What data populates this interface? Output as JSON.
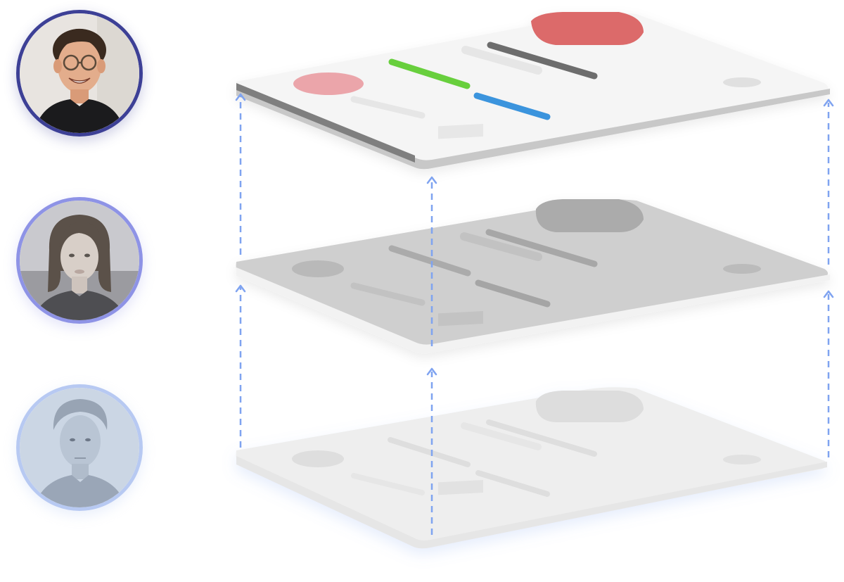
{
  "scene": {
    "layers": [
      {
        "level": "top",
        "state": "active"
      },
      {
        "level": "middle",
        "state": "dimmed"
      },
      {
        "level": "bottom",
        "state": "faded"
      }
    ],
    "avatars": [
      {
        "role": "user-1",
        "ring_color": "#3d4096",
        "icon": "person-glasses-avatar"
      },
      {
        "role": "user-2",
        "ring_color": "#8e93e6",
        "icon": "person-woman-avatar"
      },
      {
        "role": "user-3",
        "ring_color": "#b7c9f2",
        "icon": "person-man-avatar"
      }
    ],
    "colors": {
      "accent_red": "#dc6b6b",
      "accent_pink": "#eba5aa",
      "accent_green": "#67cf3e",
      "accent_blue": "#3b94dd",
      "arrow_blue": "#7fa3f0",
      "card_white": "#f5f5f5",
      "card_gray": "#c8c8c8",
      "card_light": "#e9e9e9"
    },
    "connector_icon": "arrow-up-dashed-icon"
  }
}
